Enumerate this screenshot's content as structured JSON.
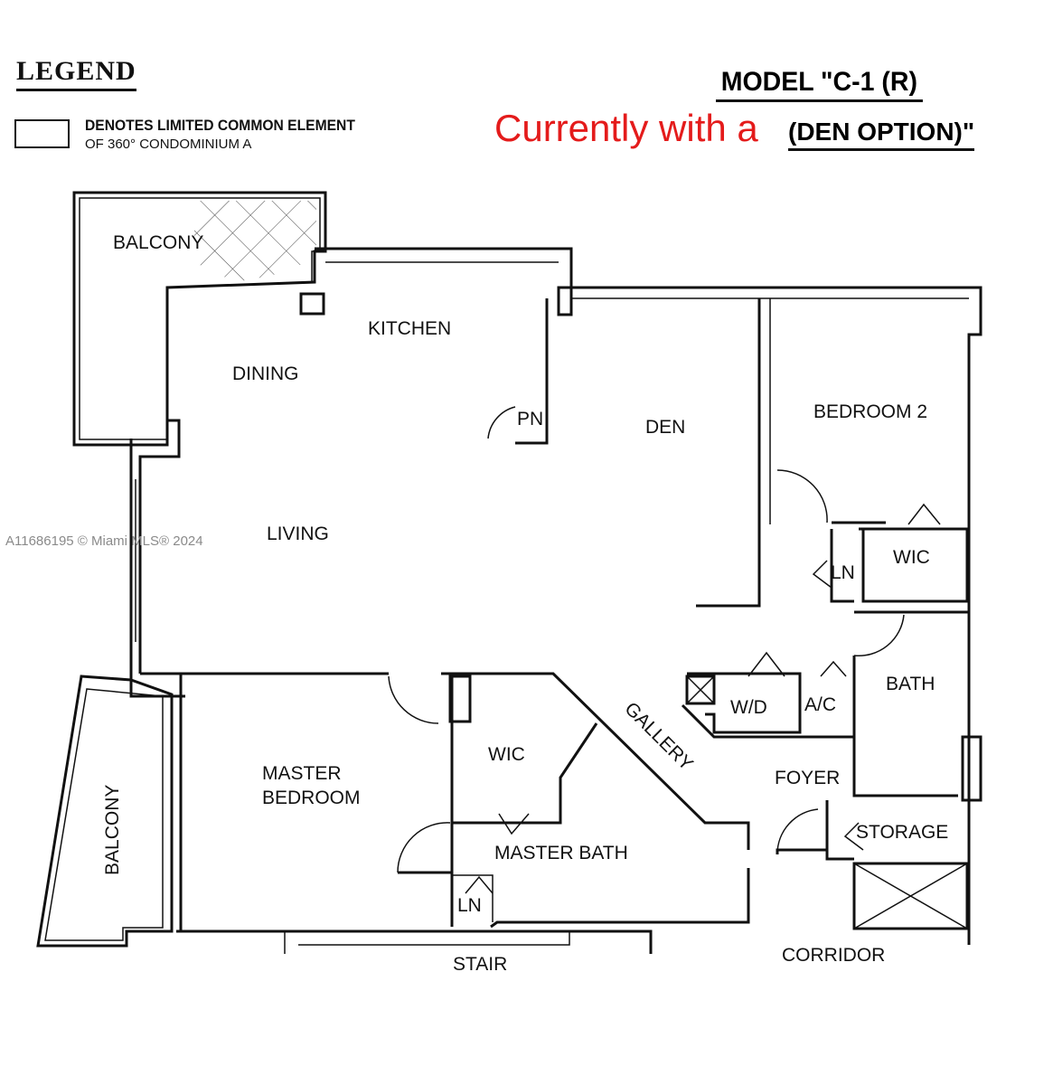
{
  "legend": {
    "title": "LEGEND",
    "line1": "DENOTES LIMITED COMMON ELEMENT",
    "line2": "OF 360° CONDOMINIUM A"
  },
  "header": {
    "model": "MODEL \"C-1 (R)",
    "currently": "Currently with a",
    "option": "(DEN OPTION)\"",
    "accent_color": "#e41b1b"
  },
  "watermark": "A11686195 © Miami MLS® 2024",
  "rooms": {
    "balcony_top": "BALCONY",
    "kitchen": "KITCHEN",
    "dining": "DINING",
    "pantry": "PN",
    "den": "DEN",
    "bedroom2": "BEDROOM 2",
    "living": "LIVING",
    "wic_bed2": "WIC",
    "linen_bed2": "LN",
    "bath": "BATH",
    "wd": "W/D",
    "ac": "A/C",
    "gallery": "GALLERY",
    "foyer": "FOYER",
    "storage": "STORAGE",
    "master_bedroom_1": "MASTER",
    "master_bedroom_2": "BEDROOM",
    "wic_master": "WIC",
    "master_bath": "MASTER BATH",
    "linen_master": "LN",
    "balcony_bottom": "BALCONY",
    "stair": "STAIR",
    "corridor": "CORRIDOR"
  }
}
